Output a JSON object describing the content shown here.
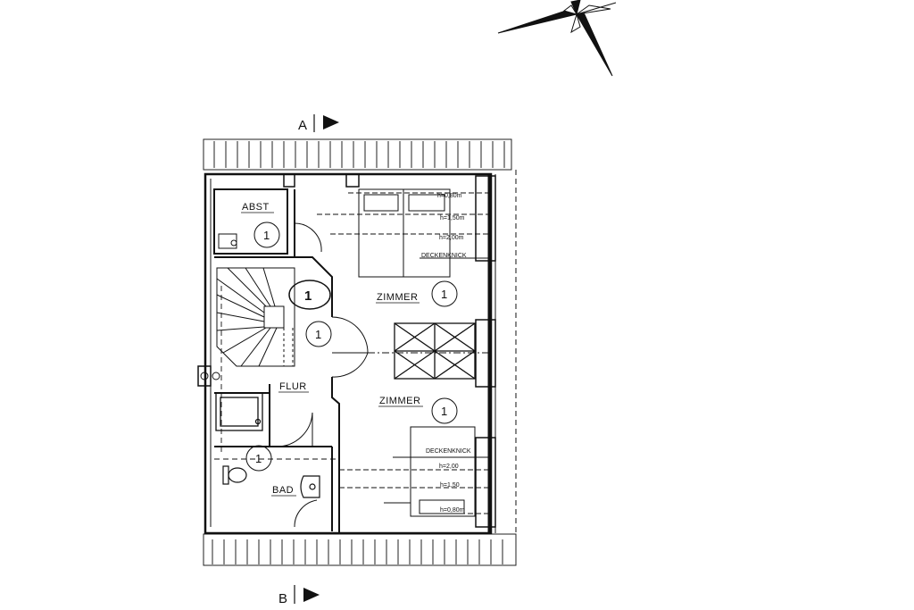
{
  "section_markers": {
    "top": "A",
    "bottom": "B"
  },
  "unit_number": "1",
  "room_tag": "1",
  "rooms": {
    "abst": "ABST",
    "zimmer_top": "ZIMMER",
    "flur": "FLUR",
    "zimmer_bottom": "ZIMMER",
    "bad": "BAD"
  },
  "height_notes_top": {
    "h080": "h=0,80m",
    "h150": "h=1,50m",
    "h200": "h=2,00m",
    "deckenknick": "DECKENKNICK"
  },
  "height_notes_bottom": {
    "deckenknick": "DECKENKNICK",
    "h200": "h=2,00",
    "h150": "h=1,50",
    "h080": "h=0,80m"
  },
  "icons": [
    "compass-rose-icon",
    "section-arrow-icon",
    "stair-icon",
    "bed-icon",
    "shower-icon",
    "toilet-icon",
    "sink-icon"
  ]
}
